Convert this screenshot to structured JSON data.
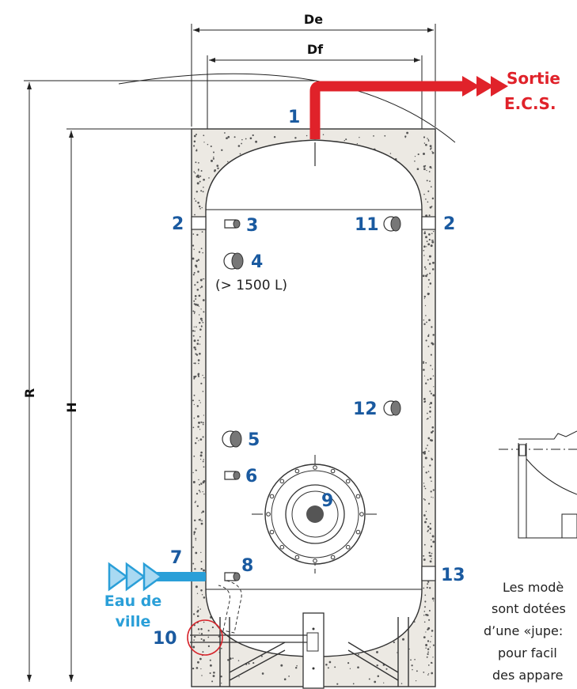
{
  "dimensions": {
    "de": "De",
    "df": "Df",
    "r": "R",
    "h": "H"
  },
  "outlet": {
    "label_line1": "Sortie",
    "label_line2": "E.C.S.",
    "color": "#e0222a"
  },
  "inlet": {
    "label_line1": "Eau de",
    "label_line2": "ville",
    "color": "#2a9fd8"
  },
  "connections": {
    "n1": "1",
    "n2_left": "2",
    "n2_right": "2",
    "n3": "3",
    "n4": "4",
    "n4_note": "(> 1500 L)",
    "n5": "5",
    "n6": "6",
    "n7": "7",
    "n8": "8",
    "n9": "9",
    "n10": "10",
    "n11": "11",
    "n12": "12",
    "n13": "13"
  },
  "side_note": {
    "lines": [
      "Les modè",
      "sont dotées",
      "d’une «jupe:",
      "pour facil",
      "des appare"
    ]
  },
  "colors": {
    "number": "#1a5aa0",
    "insulation": "#ece9e3",
    "highlight_circle": "#d6242b"
  }
}
